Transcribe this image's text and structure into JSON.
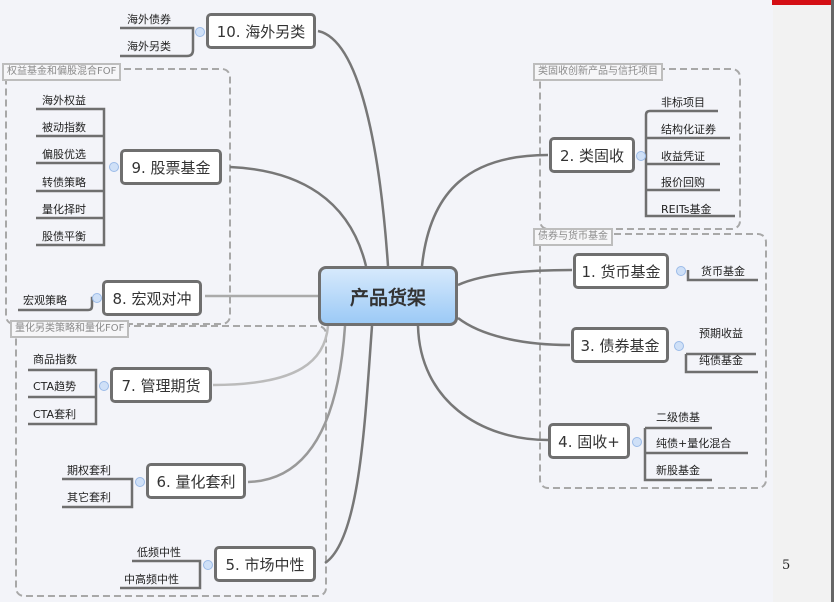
{
  "center": {
    "label": "产品货架"
  },
  "groups": {
    "equity": "权益基金和偏股混合FOF",
    "quant": "量化另类策略和量化FOF",
    "fixed_innov": "类固收创新产品与信托项目",
    "bond_money": "债券与货币基金"
  },
  "branches": {
    "b1": {
      "label": "1. 货币基金",
      "children": [
        "货币基金"
      ]
    },
    "b2": {
      "label": "2. 类固收",
      "children": [
        "非标项目",
        "结构化证券",
        "收益凭证",
        "报价回购",
        "REITs基金"
      ]
    },
    "b3": {
      "label": "3. 债券基金",
      "children": [
        "预期收益",
        "纯债基金"
      ]
    },
    "b4": {
      "label": "4. 固收+",
      "children": [
        "二级债基",
        "纯债+量化混合",
        "新股基金"
      ]
    },
    "b5": {
      "label": "5. 市场中性",
      "children": [
        "低频中性",
        "中高频中性"
      ]
    },
    "b6": {
      "label": "6. 量化套利",
      "children": [
        "期权套利",
        "其它套利"
      ]
    },
    "b7": {
      "label": "7. 管理期货",
      "children": [
        "商品指数",
        "CTA趋势",
        "CTA套利"
      ]
    },
    "b8": {
      "label": "8. 宏观对冲",
      "children": [
        "宏观策略"
      ]
    },
    "b9": {
      "label": "9. 股票基金",
      "children": [
        "海外权益",
        "被动指数",
        "偏股优选",
        "转债策略",
        "量化择时",
        "股债平衡"
      ]
    },
    "b10": {
      "label": "10. 海外另类",
      "children": [
        "海外债券",
        "海外另类"
      ]
    }
  },
  "page_number": "5",
  "colors": {
    "accent_red": "#d40f14",
    "center_fill": "#9ccaf6",
    "line": "#6f6f6f"
  }
}
